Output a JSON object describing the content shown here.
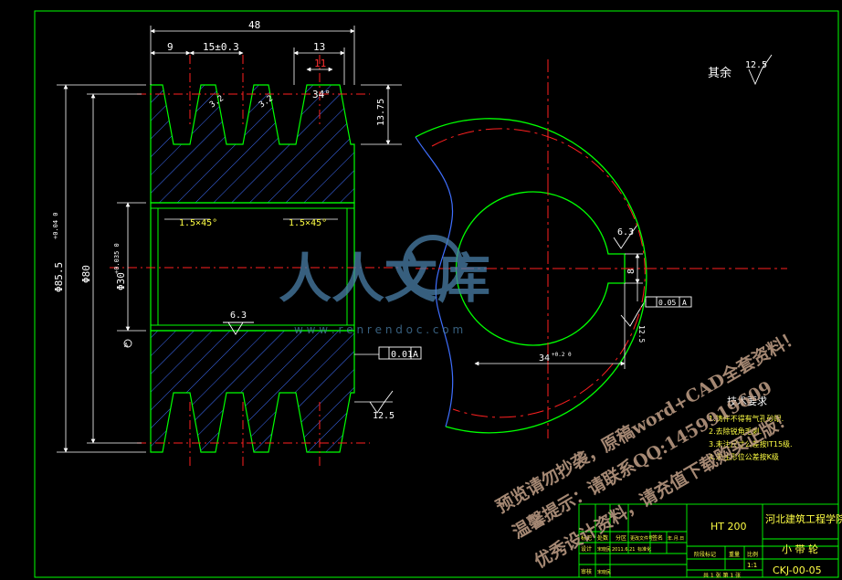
{
  "colors": {
    "background": "#000000",
    "frame": "#00ff00",
    "part_outline": "#00ff00",
    "center_line": "#ff2020",
    "dimension": "#ffffff",
    "hatch": "#3f6fff",
    "watermark_text": "#c2a088",
    "watermark_logo": "#4a7fa8"
  },
  "drawing": {
    "dim_total_width": "48",
    "dim_groove_pitch_a": "9",
    "dim_groove_pitch_b": "15±0.3",
    "dim_groove_top": "13",
    "dim_groove_red": "11",
    "dim_groove_angle": "34°",
    "dim_roughness_a": "3.2",
    "dim_roughness_b": "3.2",
    "dim_height_right": "13.75",
    "dim_outer_dia": "Φ85.5",
    "dim_outer_tol": "+0.04 0",
    "dim_mid_dia": "Φ80",
    "dim_bore_dia": "Φ30",
    "dim_bore_tol": "+0.035 0",
    "chamfer_left": "1.5×45°",
    "chamfer_right": "1.5×45°",
    "bore_roughness": "6.3",
    "datum_a": "A",
    "runout_box": "0.01",
    "runout_datum": "A",
    "face_roughness": "12.5",
    "keyway_roughness": "6.3",
    "keyway_width": "8",
    "keyway_sym_box": "0.05",
    "keyway_sym_datum": "A",
    "keyway_roughness_2": "12.5",
    "keyway_depth": "34",
    "keyway_depth_tol": "+0.2 0",
    "remaining_label": "其余",
    "remaining_roughness": "12.5"
  },
  "tech_requirements": {
    "title": "技术要求",
    "items": [
      "1.铸件不得有气孔砂眼.",
      "2.去除锐角毛刺.",
      "3.未注尺寸公差按IT15级.",
      "4.未注形位公差按K级"
    ]
  },
  "title_block": {
    "material": "HT 200",
    "school": "河北建筑工程学院",
    "part_name": "小 带 轮",
    "drawing_no": "CKJ-00-05",
    "scale": "1:1",
    "row_labels": [
      "标记",
      "处数",
      "分区",
      "更改文件号",
      "签名",
      "年.月.日"
    ],
    "row2_labels": [
      "设计",
      "宋晓民",
      "2011.6.21",
      "标准化"
    ],
    "row3_labels": [
      "审核",
      "宋晓民"
    ],
    "stage_labels": [
      "阶段标记",
      "重量",
      "比例"
    ],
    "sheet_info": "共 1 张  第 1 张"
  },
  "watermarks": {
    "logo_text": "人人文库",
    "logo_url": "w w w . r e n r e n d o c . c o m",
    "line1": "预览请勿抄袭，原稿word+CAD全套资料！",
    "line2": "温馨提示：请联系QQ:1459919609",
    "line3": "优秀设计资料，请充值下载购买正版！"
  }
}
